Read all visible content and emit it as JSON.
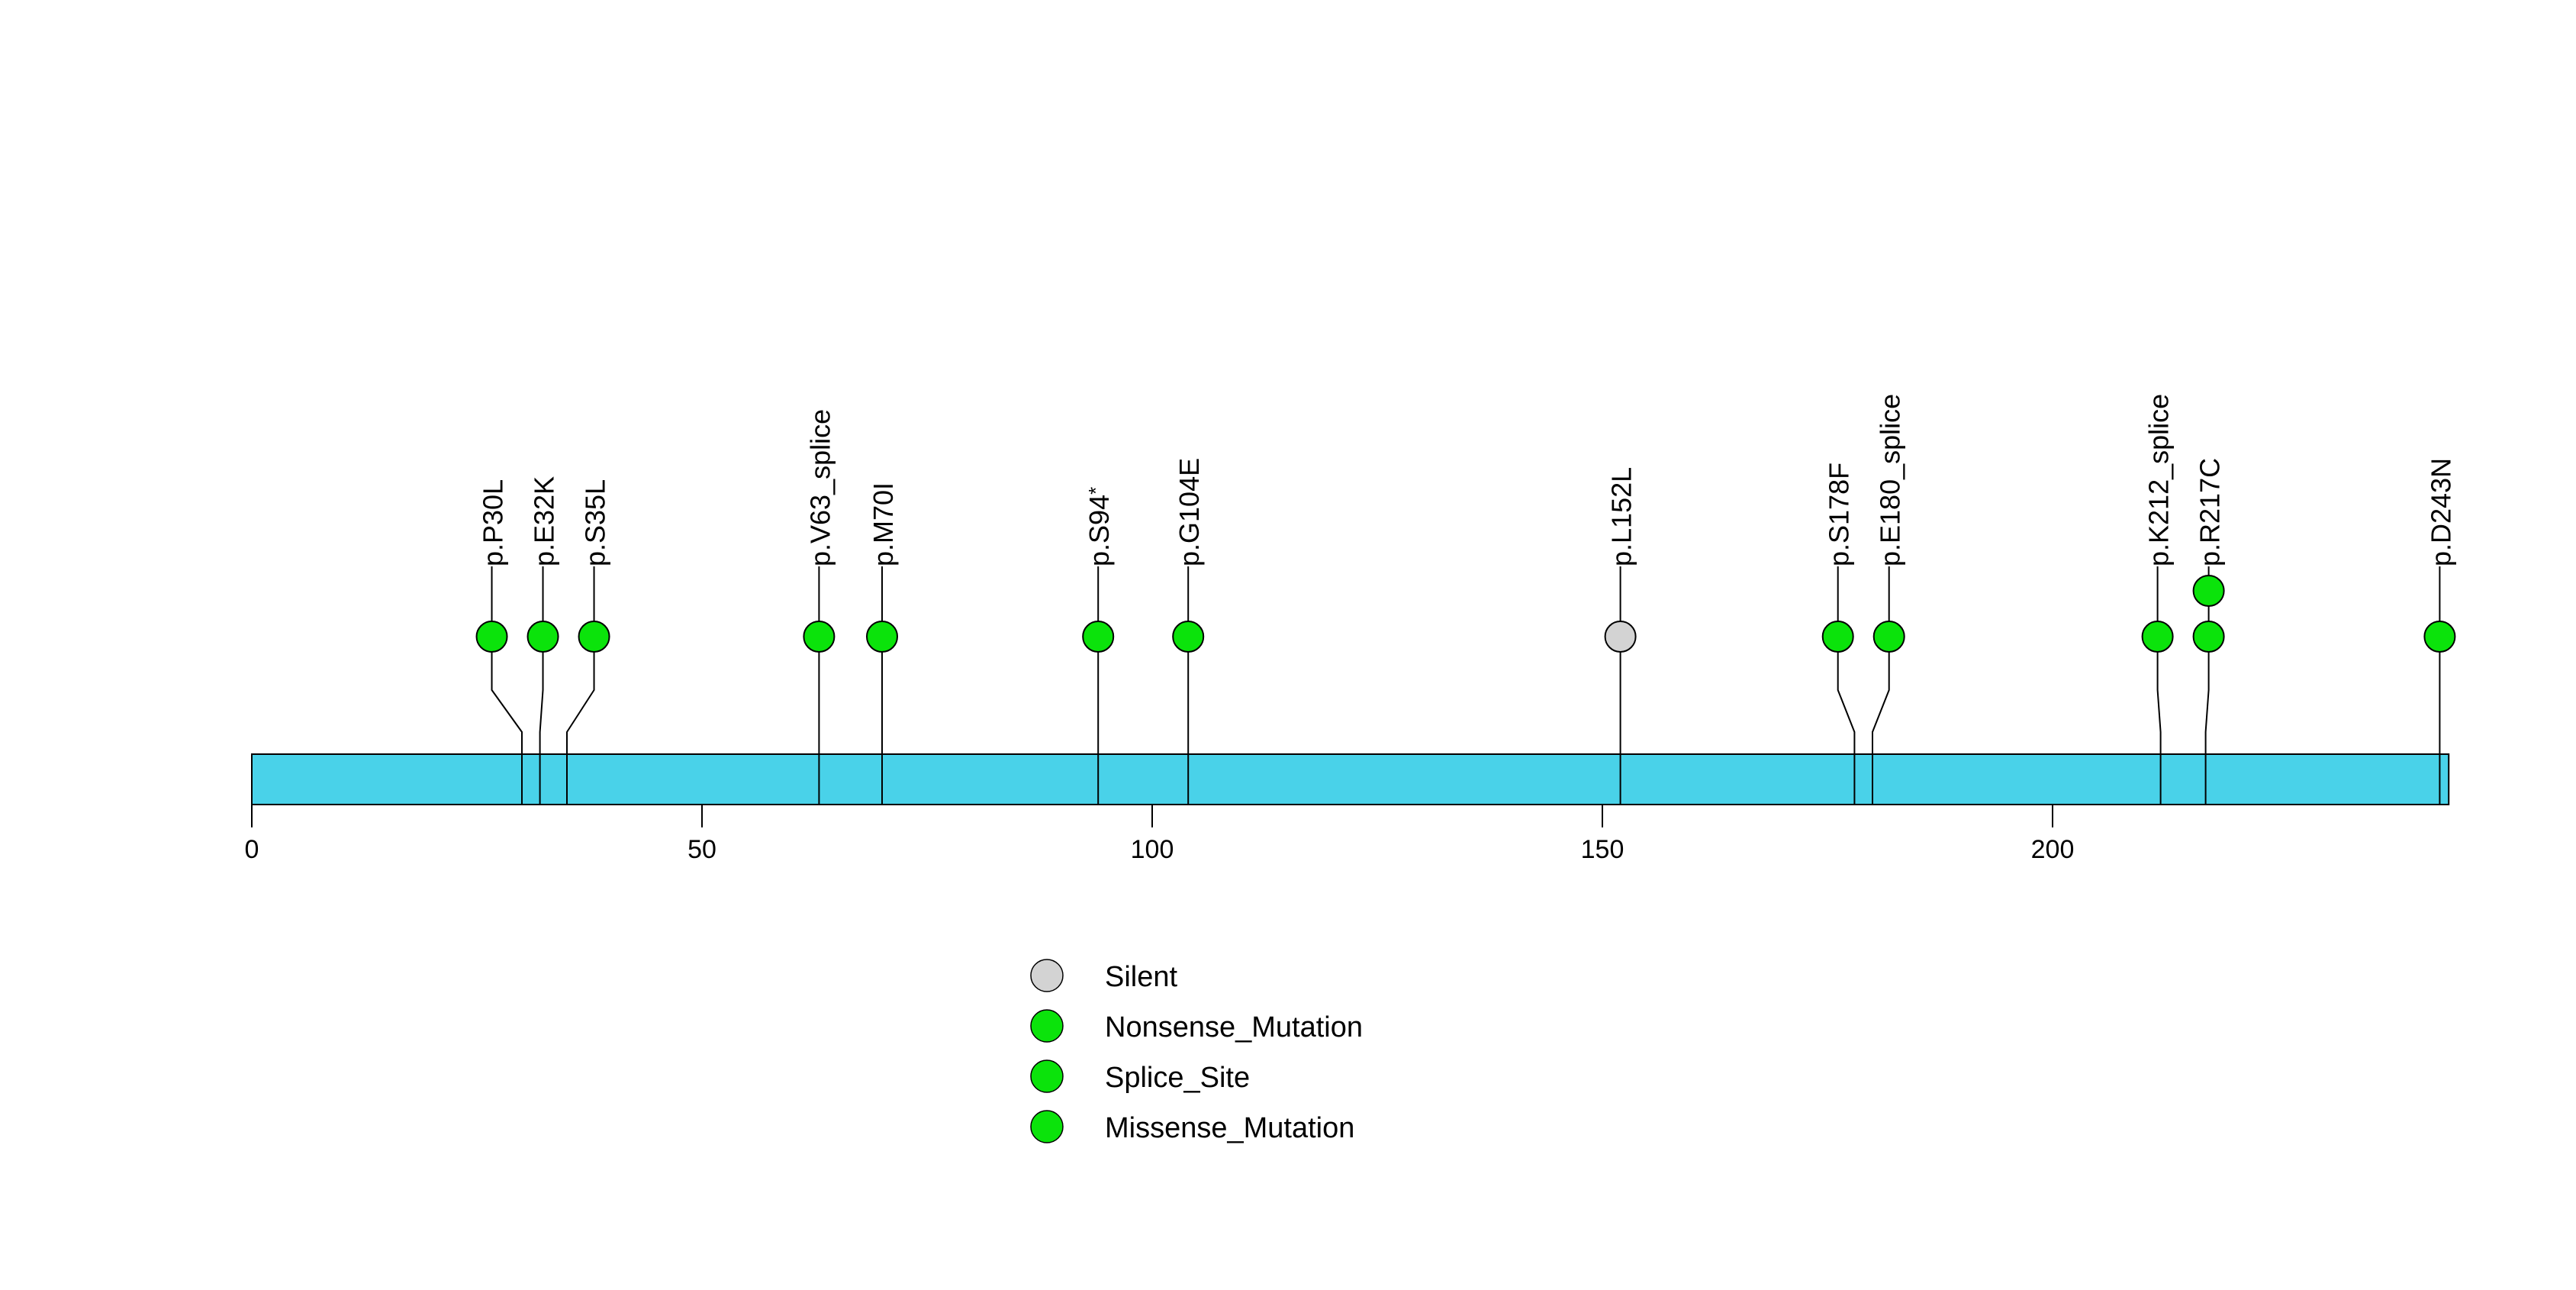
{
  "chart_data": {
    "type": "lollipop",
    "title": "",
    "xlabel": "",
    "ylabel": "",
    "axis_ticks": [
      0,
      50,
      100,
      150,
      200
    ],
    "xlim": [
      0,
      244
    ],
    "protein_length": 244,
    "colors": {
      "protein_bar": "#49D2E9",
      "green_mutation": "#0BE30B",
      "silent_gray": "#D3D3D3",
      "outline": "#000000"
    },
    "legend": [
      {
        "label": "Silent",
        "color": "#D3D3D3"
      },
      {
        "label": "Nonsense_Mutation",
        "color": "#0BE30B"
      },
      {
        "label": "Splice_Site",
        "color": "#0BE30B"
      },
      {
        "label": "Missense_Mutation",
        "color": "#0BE30B"
      }
    ],
    "mutations": [
      {
        "label": "p.P30L",
        "position": 30,
        "count": 1,
        "type": "Missense_Mutation",
        "color": "#0BE30B"
      },
      {
        "label": "p.E32K",
        "position": 32,
        "count": 1,
        "type": "Missense_Mutation",
        "color": "#0BE30B"
      },
      {
        "label": "p.S35L",
        "position": 35,
        "count": 1,
        "type": "Missense_Mutation",
        "color": "#0BE30B"
      },
      {
        "label": "p.V63_splice",
        "position": 63,
        "count": 1,
        "type": "Splice_Site",
        "color": "#0BE30B"
      },
      {
        "label": "p.M70I",
        "position": 70,
        "count": 1,
        "type": "Missense_Mutation",
        "color": "#0BE30B"
      },
      {
        "label": "p.S94*",
        "position": 94,
        "count": 1,
        "type": "Nonsense_Mutation",
        "color": "#0BE30B"
      },
      {
        "label": "p.G104E",
        "position": 104,
        "count": 1,
        "type": "Missense_Mutation",
        "color": "#0BE30B"
      },
      {
        "label": "p.L152L",
        "position": 152,
        "count": 1,
        "type": "Silent",
        "color": "#D3D3D3"
      },
      {
        "label": "p.S178F",
        "position": 178,
        "count": 1,
        "type": "Missense_Mutation",
        "color": "#0BE30B"
      },
      {
        "label": "p.E180_splice",
        "position": 180,
        "count": 1,
        "type": "Splice_Site",
        "color": "#0BE30B"
      },
      {
        "label": "p.K212_splice",
        "position": 212,
        "count": 1,
        "type": "Splice_Site",
        "color": "#0BE30B"
      },
      {
        "label": "p.R217C",
        "position": 217,
        "count": 2,
        "type": "Missense_Mutation",
        "color": "#0BE30B"
      },
      {
        "label": "p.D243N",
        "position": 243,
        "count": 1,
        "type": "Missense_Mutation",
        "color": "#0BE30B"
      }
    ]
  }
}
